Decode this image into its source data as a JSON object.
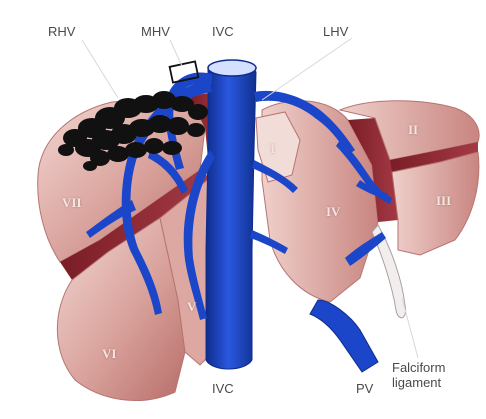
{
  "labels": {
    "rhv": "RHV",
    "mhv": "MHV",
    "ivc_top": "IVC",
    "lhv": "LHV",
    "ivc_bottom": "IVC",
    "pv": "PV",
    "falciform_line1": "Falciform",
    "falciform_line2": "ligament"
  },
  "segments": {
    "s1": "I",
    "s2": "II",
    "s3": "III",
    "s4": "IV",
    "s5": "V",
    "s6": "VI",
    "s7": "VII"
  },
  "colors": {
    "liver_light": "#e9c2bd",
    "liver_mid": "#c98a85",
    "liver_dark": "#8e2630",
    "vessel": "#1c46c9",
    "vessel_dark": "#0f2c8c",
    "scribble": "#111111",
    "ligament": "#f2eeee"
  }
}
